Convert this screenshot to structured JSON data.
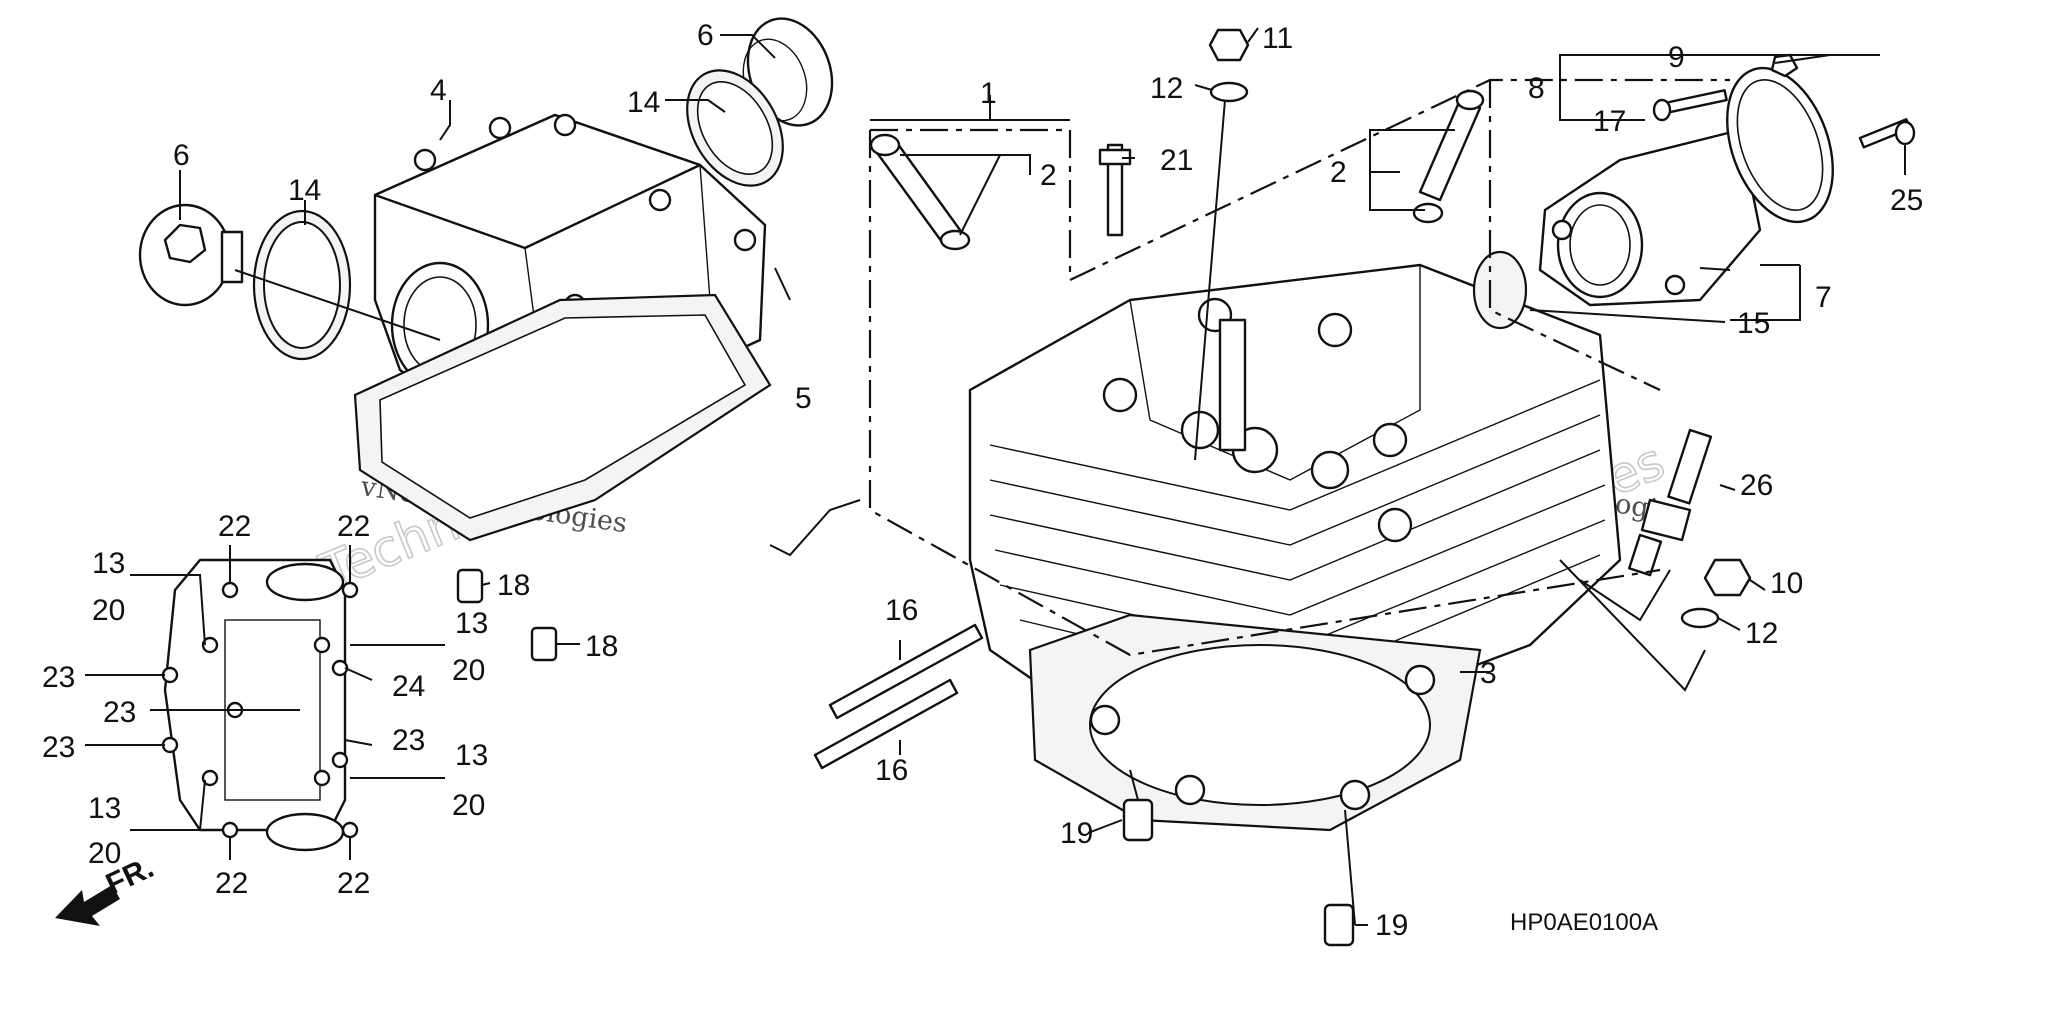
{
  "diagram_code": "HP0AE0100A",
  "front_marker": "FR.",
  "watermark": {
    "outline_top": "vNext",
    "outline_bottom": "Technologies",
    "inline": "vNext Technologies"
  },
  "callouts": {
    "c1": "1",
    "c2a": "2",
    "c2b": "2",
    "c3": "3",
    "c4": "4",
    "c5": "5",
    "c6a": "6",
    "c6b": "6",
    "c7": "7",
    "c8": "8",
    "c9": "9",
    "c10": "10",
    "c11": "11",
    "c12a": "12",
    "c12b": "12",
    "c13a": "13",
    "c13b": "13",
    "c13c": "13",
    "c13d": "13",
    "c14a": "14",
    "c14b": "14",
    "c15": "15",
    "c16a": "16",
    "c16b": "16",
    "c17": "17",
    "c18a": "18",
    "c18b": "18",
    "c19a": "19",
    "c19b": "19",
    "c20a": "20",
    "c20b": "20",
    "c20c": "20",
    "c20d": "20",
    "c21": "21",
    "c22a": "22",
    "c22b": "22",
    "c22c": "22",
    "c22d": "22",
    "c23a": "23",
    "c23b": "23",
    "c23c": "23",
    "c23d": "23",
    "c24": "24",
    "c25": "25",
    "c26": "26"
  }
}
